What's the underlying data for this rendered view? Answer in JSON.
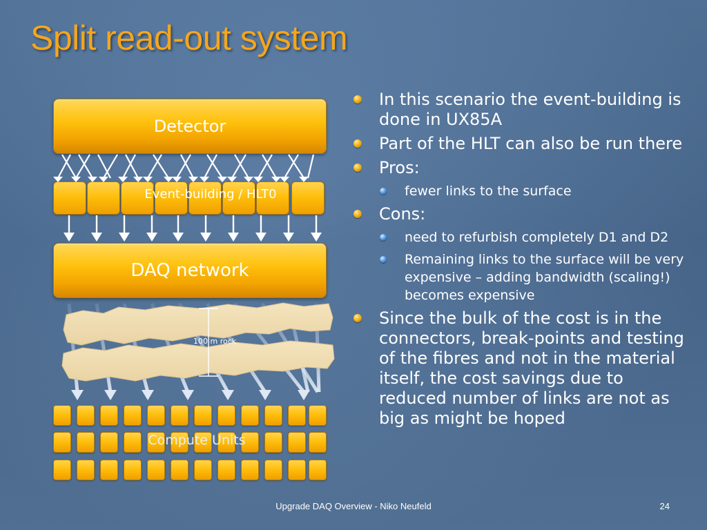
{
  "slide": {
    "title": "Split read-out system"
  },
  "diagram": {
    "detector_label": "Detector",
    "event_building_label": "Event-building / HLT0",
    "daq_network_label": "DAQ network",
    "rock_label": "100 m rock",
    "compute_units_label": "Compute Units"
  },
  "bullets": [
    {
      "level": 1,
      "text": "In this scenario the event-building is done in UX85A"
    },
    {
      "level": 1,
      "text": "Part of the HLT can also be run there"
    },
    {
      "level": 1,
      "text": "Pros:"
    },
    {
      "level": 2,
      "text": "fewer links to the surface"
    },
    {
      "level": 1,
      "text": "Cons:"
    },
    {
      "level": 2,
      "text": " need to refurbish completely D1 and D2"
    },
    {
      "level": 2,
      "text": "Remaining links to the surface will be very expensive – adding bandwidth (scaling!) becomes expensive"
    },
    {
      "level": 1,
      "text": "Since the bulk of the cost is in the connectors, break-points and testing of the fibres and not in the material itself, the cost savings due to reduced number of links are not as big as might be hoped"
    }
  ],
  "footer": {
    "text": "Upgrade DAQ Overview - Niko Neufeld",
    "page_number": "24"
  },
  "colors": {
    "background": "#5a7ea8",
    "title": "#f4a61e",
    "box_gold": "#ffc20e",
    "text": "#ffffff"
  }
}
